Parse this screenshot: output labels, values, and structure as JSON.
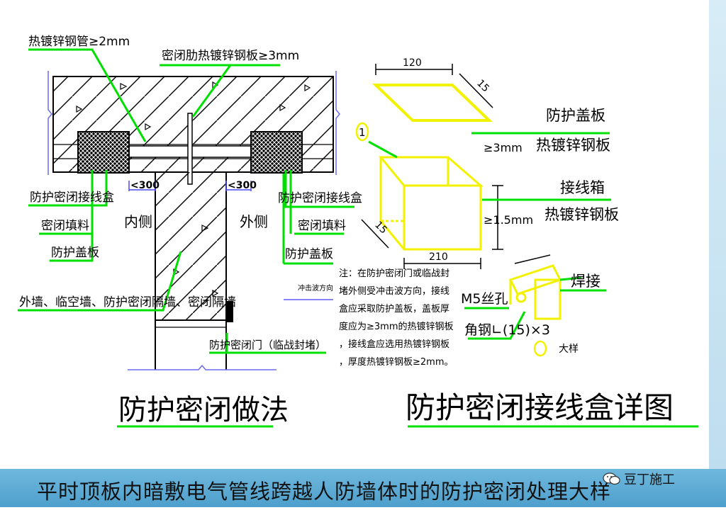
{
  "left": {
    "top_labels": [
      "热镀锌钢管≥2mm",
      "密闭肋热镀锌钢板≥3mm"
    ],
    "left_labels": [
      "防护密闭接线盒",
      "密闭填料",
      "防护盖板"
    ],
    "right_labels": [
      "防护密闭接线盒",
      "密闭填料",
      "防护盖板"
    ],
    "dim_left": "<300",
    "dim_right": "<300",
    "side_inner": "内侧",
    "side_outer": "外侧",
    "wall_label": "外墙、临空墙、防护密闭隔墙、密闭隔墙",
    "door_label": "防护密闭门（临战封堵）",
    "title": "防护密闭做法"
  },
  "right": {
    "dim_top": "120",
    "dim_diag": "15",
    "cover_label_1": "防护盖板",
    "cover_label_2": "热镀锌钢板",
    "cover_thk": "≥3mm",
    "marker": "1",
    "box_label_1": "接线箱",
    "box_label_2": "热镀锌钢板",
    "box_thk": "≥1.5mm",
    "dim_depth": "15",
    "dim_bottom": "210",
    "weld": "焊接",
    "bolt": "M5丝孔",
    "angle": "角钢∟(15)×3",
    "detail": "大样",
    "shock_dir": "冲击波方向",
    "note_lines": [
      "注：在防护密闭门或临战封",
      "堵外侧受冲击波方向，接线",
      "盒应采取防护盖板，盖板厚",
      "度应为≥3mm的热镀锌钢板",
      "，接线盒应选用热镀锌钢板",
      "，厚度热镀锌钢板≥2mm。"
    ],
    "title": "防护密闭接线盒详图"
  },
  "footer": {
    "caption": "平时顶板内暗敷电气管线跨越人防墙体时的防护密闭处理大样",
    "watermark": "豆丁施工"
  },
  "colors": {
    "callout": "#00e000",
    "yellow": "#f2f200",
    "footer_bg": "#5aa9d6"
  }
}
